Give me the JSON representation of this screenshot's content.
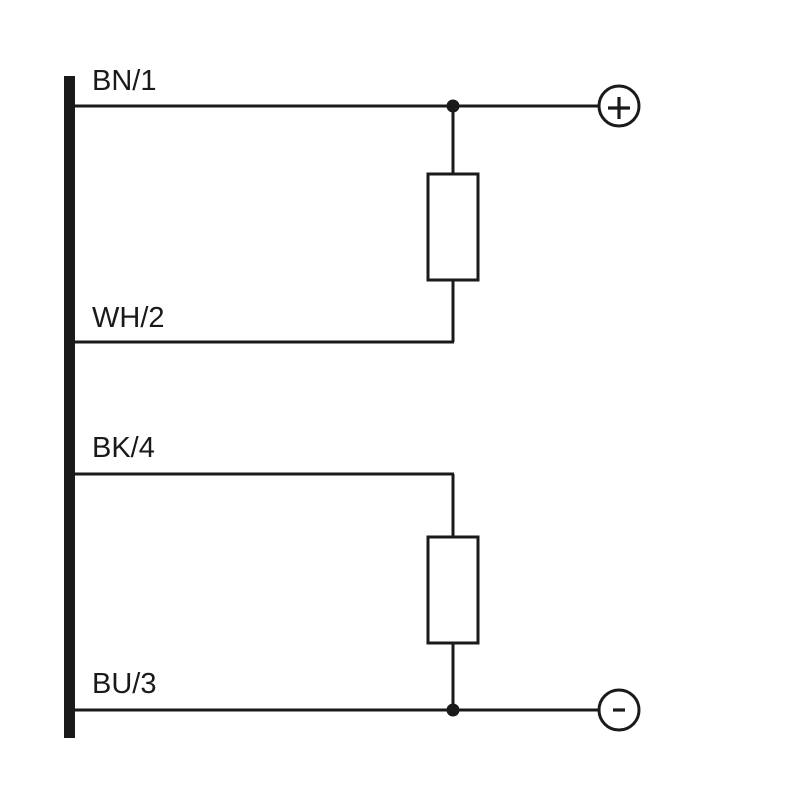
{
  "diagram": {
    "pins": [
      {
        "id": "pin-1",
        "label": "BN/1"
      },
      {
        "id": "pin-2",
        "label": "WH/2"
      },
      {
        "id": "pin-4",
        "label": "BK/4"
      },
      {
        "id": "pin-3",
        "label": "BU/3"
      }
    ],
    "terminals": {
      "positive": {
        "symbol": "+"
      },
      "negative": {
        "symbol": "−"
      }
    },
    "colors": {
      "line": "#1a1a1a",
      "background": "#ffffff"
    }
  }
}
